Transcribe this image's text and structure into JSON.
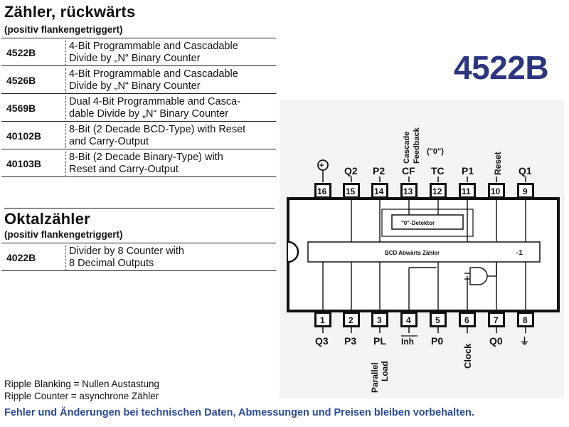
{
  "section1": {
    "title": "Zähler, rückwärts",
    "subtitle": "(positiv flankengetriggert)",
    "rows": [
      {
        "code": "4522B",
        "desc1": "4-Bit Programmable and Cascadable",
        "desc2": "Divide by „N“ Binary Counter"
      },
      {
        "code": "4526B",
        "desc1": "4-Bit Programmable and Cascadable",
        "desc2": "Divide by „N“ Binary Counter"
      },
      {
        "code": "4569B",
        "desc1": "Dual 4-Bit Programmable and Casca-",
        "desc2": "dable Divide by „N“ Binary Counter"
      },
      {
        "code": "40102B",
        "desc1": "8-Bit (2 Decade BCD-Type) with Reset",
        "desc2": "and Carry-Output"
      },
      {
        "code": "40103B",
        "desc1": "8-Bit (2 Decade Binary-Type) with",
        "desc2": "Reset and Carry-Output"
      }
    ]
  },
  "section2": {
    "title": "Oktalzähler",
    "subtitle": "(positiv flankengetriggert)",
    "rows": [
      {
        "code": "4022B",
        "desc1": "Divider by 8 Counter with",
        "desc2": "8 Decimal Outputs"
      }
    ]
  },
  "notes": {
    "line1": "Ripple Blanking = Nullen Austastung",
    "line2": "Ripple Counter = asynchrone Zähler"
  },
  "footer": "Fehler und Änderungen bei technischen Daten, Abmessungen und Preisen bleiben vorbehalten.",
  "chip": {
    "name": "4522B",
    "top_pins": [
      {
        "num": "16",
        "label": "⊕"
      },
      {
        "num": "15",
        "label": "Q2"
      },
      {
        "num": "14",
        "label": "P2"
      },
      {
        "num": "13",
        "label": "CF"
      },
      {
        "num": "12",
        "label": "TC"
      },
      {
        "num": "11",
        "label": "P1"
      },
      {
        "num": "10",
        "label": "Reset"
      },
      {
        "num": "9",
        "label": "Q1"
      }
    ],
    "bottom_pins": [
      {
        "num": "1",
        "label": "Q3"
      },
      {
        "num": "2",
        "label": "P3"
      },
      {
        "num": "3",
        "label": "PL"
      },
      {
        "num": "4",
        "label": "Inh"
      },
      {
        "num": "5",
        "label": "P0"
      },
      {
        "num": "6",
        "label": "Clock"
      },
      {
        "num": "7",
        "label": "Q0"
      },
      {
        "num": "8",
        "label": "⏚"
      }
    ],
    "cascade_label": "Cascade",
    "feedback_label": "Feedback",
    "zero_label": "(\"0\")",
    "parallel_label": "Parallel",
    "load_label": "Load",
    "detector_label": "\"0\"-Detektor",
    "counter_label": "BCD Abwärts Zähler",
    "counter_side": "-1"
  },
  "colors": {
    "title": "#2b3580",
    "footer": "#2a4a9a",
    "ink": "#111111"
  }
}
